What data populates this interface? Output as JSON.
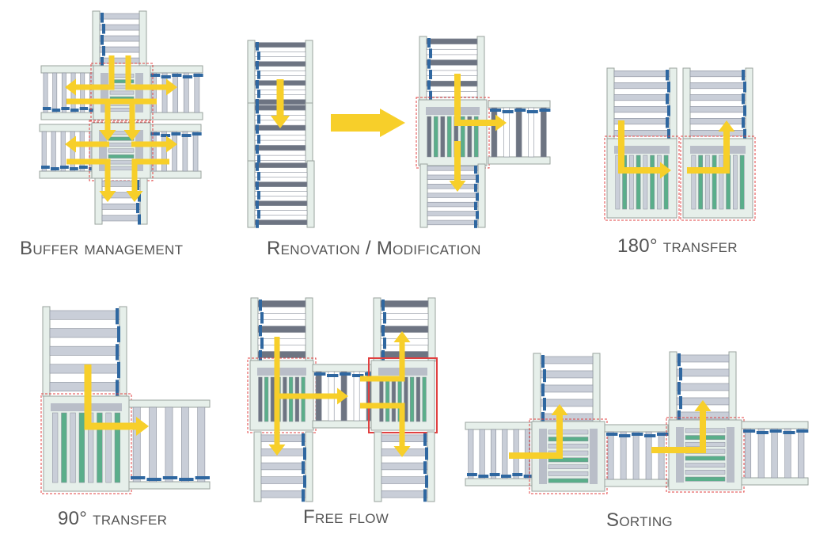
{
  "colors": {
    "frame": "#e6efea",
    "frame_edge": "#9aa39e",
    "roller_light": "#c9ced8",
    "roller_light_edge": "#8a909c",
    "roller_dark": "#6d7482",
    "roller_green": "#5aae8a",
    "chain_blue": "#2f67a0",
    "arrow": "#f7cf2a",
    "highlight": "#e04040",
    "caption": "#555555"
  },
  "panels": [
    {
      "id": "buffer",
      "caption_first": "B",
      "caption_rest": "uffer management"
    },
    {
      "id": "renovation",
      "caption_first": "R",
      "caption_rest": "enovation / ",
      "caption_first2": "M",
      "caption_rest2": "odification"
    },
    {
      "id": "transfer180",
      "caption_num": "180°",
      "caption_rest": " transfer"
    },
    {
      "id": "transfer90",
      "caption_num": "90°",
      "caption_rest": " transfer"
    },
    {
      "id": "freeflow",
      "caption_first": "F",
      "caption_rest": "ree flow"
    },
    {
      "id": "sorting",
      "caption_first": "S",
      "caption_rest": "orting"
    }
  ],
  "icons": {
    "flow_arrow": "flow-arrow-icon",
    "transition_arrow": "big-right-arrow-icon"
  }
}
